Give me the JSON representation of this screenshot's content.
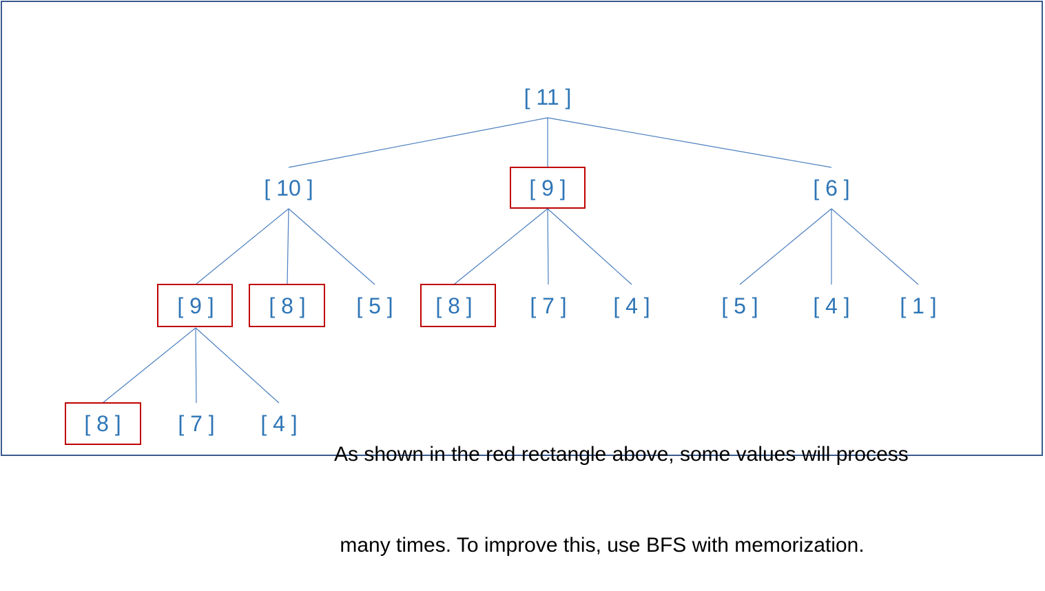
{
  "nodes": [
    {
      "id": "n11",
      "label": "[ 11 ]",
      "highlighted": false
    },
    {
      "id": "n10",
      "label": "[ 10 ]",
      "highlighted": false
    },
    {
      "id": "n9a",
      "label": "[ 9 ]",
      "highlighted": true
    },
    {
      "id": "n6",
      "label": "[ 6 ]",
      "highlighted": false
    },
    {
      "id": "n9b",
      "label": "[ 9 ]",
      "highlighted": true
    },
    {
      "id": "n8a",
      "label": "[ 8 ]",
      "highlighted": true
    },
    {
      "id": "n5a",
      "label": "[ 5 ]",
      "highlighted": false
    },
    {
      "id": "n8b",
      "label": "[ 8 ]",
      "highlighted": true
    },
    {
      "id": "n7a",
      "label": "[ 7 ]",
      "highlighted": false
    },
    {
      "id": "n4a",
      "label": "[ 4 ]",
      "highlighted": false
    },
    {
      "id": "n5b",
      "label": "[ 5 ]",
      "highlighted": false
    },
    {
      "id": "n4b",
      "label": "[ 4 ]",
      "highlighted": false
    },
    {
      "id": "n1",
      "label": "[ 1 ]",
      "highlighted": false
    },
    {
      "id": "n8c",
      "label": "[ 8 ]",
      "highlighted": true
    },
    {
      "id": "n7b",
      "label": "[ 7 ]",
      "highlighted": false
    },
    {
      "id": "n4c",
      "label": "[ 4 ]",
      "highlighted": false
    }
  ],
  "edges": [
    [
      "n11",
      "n10"
    ],
    [
      "n11",
      "n9a"
    ],
    [
      "n11",
      "n6"
    ],
    [
      "n10",
      "n9b"
    ],
    [
      "n10",
      "n8a"
    ],
    [
      "n10",
      "n5a"
    ],
    [
      "n9a",
      "n8b"
    ],
    [
      "n9a",
      "n7a"
    ],
    [
      "n9a",
      "n4a"
    ],
    [
      "n6",
      "n5b"
    ],
    [
      "n6",
      "n4b"
    ],
    [
      "n6",
      "n1"
    ],
    [
      "n9b",
      "n8c"
    ],
    [
      "n9b",
      "n7b"
    ],
    [
      "n9b",
      "n4c"
    ]
  ],
  "caption": {
    "line1": "As shown in the red rectangle above, some values will process",
    "line2": " many times. To improve this, use BFS with memorization."
  },
  "colors": {
    "node_text": "#2e75b6",
    "edge": "#4a7ebf",
    "highlight": "#c00000",
    "frame": "#3a5a8c"
  }
}
